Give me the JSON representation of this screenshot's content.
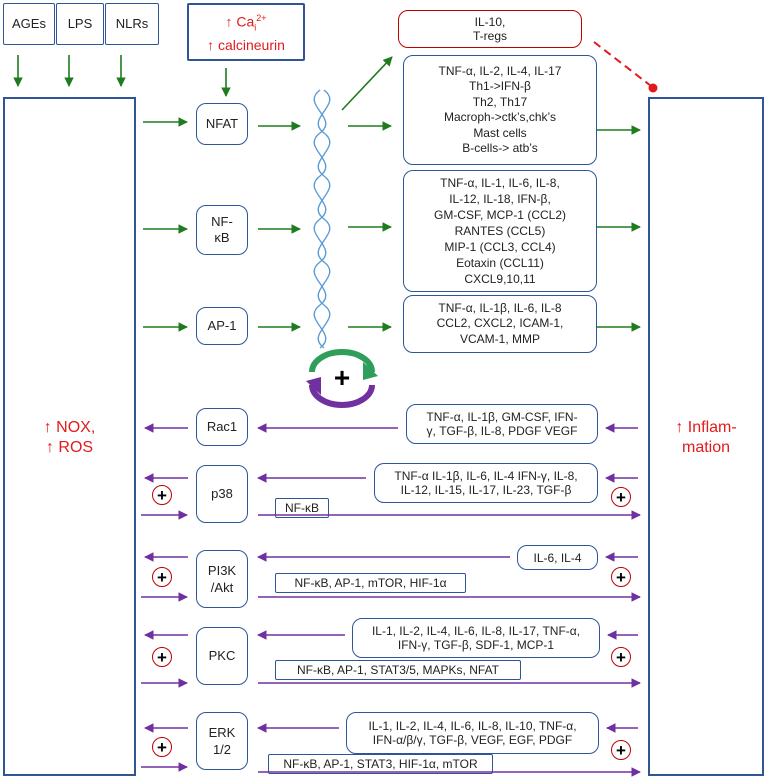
{
  "triggers": [
    "AGEs",
    "LPS",
    "NLRs"
  ],
  "calcium_box": {
    "line1_prefix": "↑ Ca",
    "line1_sub": "i",
    "line1_sup": "2+",
    "line2": "↑ calcineurin"
  },
  "left_panel": {
    "line1": "↑ NOX,",
    "line2": "↑ ROS"
  },
  "right_panel": {
    "line1": "↑ Inflam-",
    "line2": "mation"
  },
  "nodes": {
    "nfat": "NFAT",
    "nfkb_1": "NF-",
    "nfkb_2": "κB",
    "ap1": "AP-1",
    "rac1": "Rac1",
    "p38": "p38",
    "pi3k_1": "PI3K",
    "pi3k_2": "/Akt",
    "pkc": "PKC",
    "erk_1": "ERK",
    "erk_2": "1/2"
  },
  "outputs": {
    "tregs": "IL-10,\nT-regs",
    "nfat": "TNF-α, IL-2, IL-4, IL-17\nTh1->IFN-β\nTh2, Th17\nMacroph->ctk’s,chk’s\nMast cells\nB-cells-> atb’s",
    "nfkb": "TNF-α,  IL-1, IL-6, IL-8,\nIL-12, IL-18, IFN-β,\nGM-CSF, MCP-1 (CCL2)\nRANTES (CCL5)\nMIP-1 (CCL3, CCL4)\nEotaxin (CCL11)\nCXCL9,10,11",
    "ap1": "TNF-α,  IL-1β,  IL-6, IL-8\nCCL2, CXCL2, ICAM-1,\nVCAM-1, MMP",
    "rac1": "TNF-α,  IL-1β,  GM-CSF, IFN-\nγ, TGF-β, IL-8, PDGF VEGF",
    "p38": "TNF-α IL-1β, IL-6, IL-4 IFN-γ, IL-8,\nIL-12, IL-15, IL-17, IL-23, TGF-β",
    "pi3k": "IL-6, IL-4",
    "pkc": "IL-1, IL-2, IL-4, IL-6, IL-8, IL-17, TNF-α,\nIFN-γ, TGF-β, SDF-1, MCP-1",
    "erk": "IL-1, IL-2, IL-4, IL-6, IL-8, IL-10, TNF-α,\nIFN-α/β/γ, TGF-β, VEGF, EGF, PDGF"
  },
  "targets": {
    "p38": "NF-κB",
    "pi3k": "NF-κB, AP-1, mTOR, HIF-1α",
    "pkc": "NF-κB, AP-1, STAT3/5, MAPKs, NFAT",
    "erk": "NF-κB, AP-1, STAT3, HIF-1α, mTOR"
  },
  "plus_symbol": "+",
  "colors": {
    "border": "#2f5597",
    "red": "#e31a1c",
    "green": "#1e7b1e",
    "purple": "#7030a0",
    "dark_red": "#c00000",
    "dna": "#5b9bd5"
  }
}
